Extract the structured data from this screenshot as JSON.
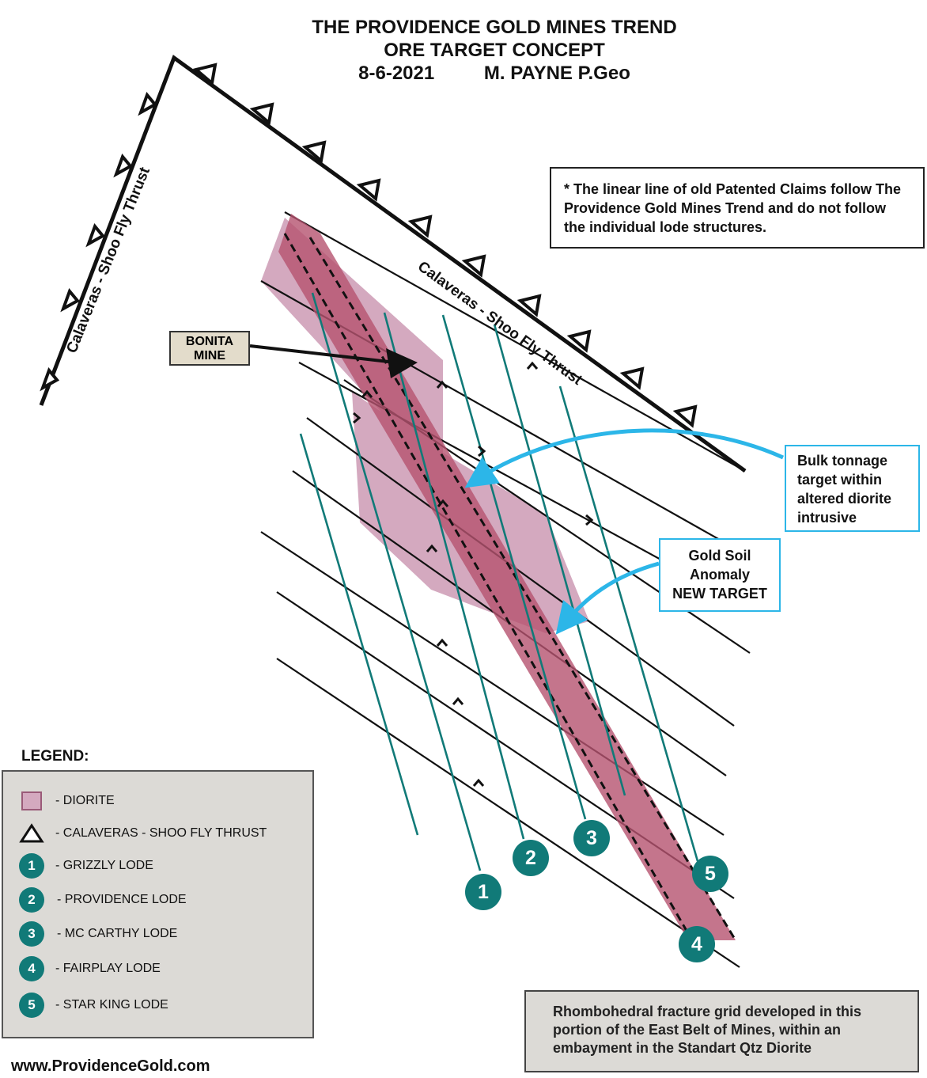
{
  "title": {
    "line1": "THE PROVIDENCE GOLD MINES TREND",
    "line2": "ORE TARGET CONCEPT",
    "date": "8-6-2021",
    "author": "M. PAYNE P.Geo"
  },
  "thrust_labels": {
    "left": "Calaveras - Shoo Fly Thrust",
    "right": "Calaveras - Shoo Fly Thrust"
  },
  "note": "* The linear line of old Patented Claims follow The Providence Gold Mines Trend and do not follow the individual lode structures.",
  "bonita": {
    "line1": "BONITA",
    "line2": "MINE"
  },
  "bulk_callout": {
    "line1": "Bulk tonnage",
    "line2": "target within",
    "line3": "altered diorite",
    "line4": "intrusive"
  },
  "soil_callout": {
    "line1": "Gold Soil",
    "line2": "Anomaly",
    "line3": "NEW TARGET"
  },
  "lode_numbers": [
    "1",
    "2",
    "3",
    "4",
    "5"
  ],
  "legend": {
    "title": "LEGEND:",
    "items": [
      {
        "symbol": "diorite-swatch",
        "label": "- DIORITE"
      },
      {
        "symbol": "thrust-triangle",
        "label": "- CALAVERAS - SHOO FLY THRUST"
      },
      {
        "symbol": "1",
        "label": "- GRIZZLY LODE"
      },
      {
        "symbol": "2",
        "label": "- PROVIDENCE LODE"
      },
      {
        "symbol": "3",
        "label": "- MC CARTHY LODE"
      },
      {
        "symbol": "4",
        "label": "- FAIRPLAY LODE"
      },
      {
        "symbol": "5",
        "label": "- STAR KING LODE"
      }
    ]
  },
  "rhombohedral_note": "Rhombohedral fracture grid developed in this portion of the East Belt of Mines, within an embayment in the Standart Qtz Diorite",
  "website": "www.ProvidenceGold.com",
  "colors": {
    "diorite": "#d4a9bf",
    "trend": "#b5526f",
    "lode": "#117a78",
    "callout_arrow": "#2cb6e8"
  }
}
